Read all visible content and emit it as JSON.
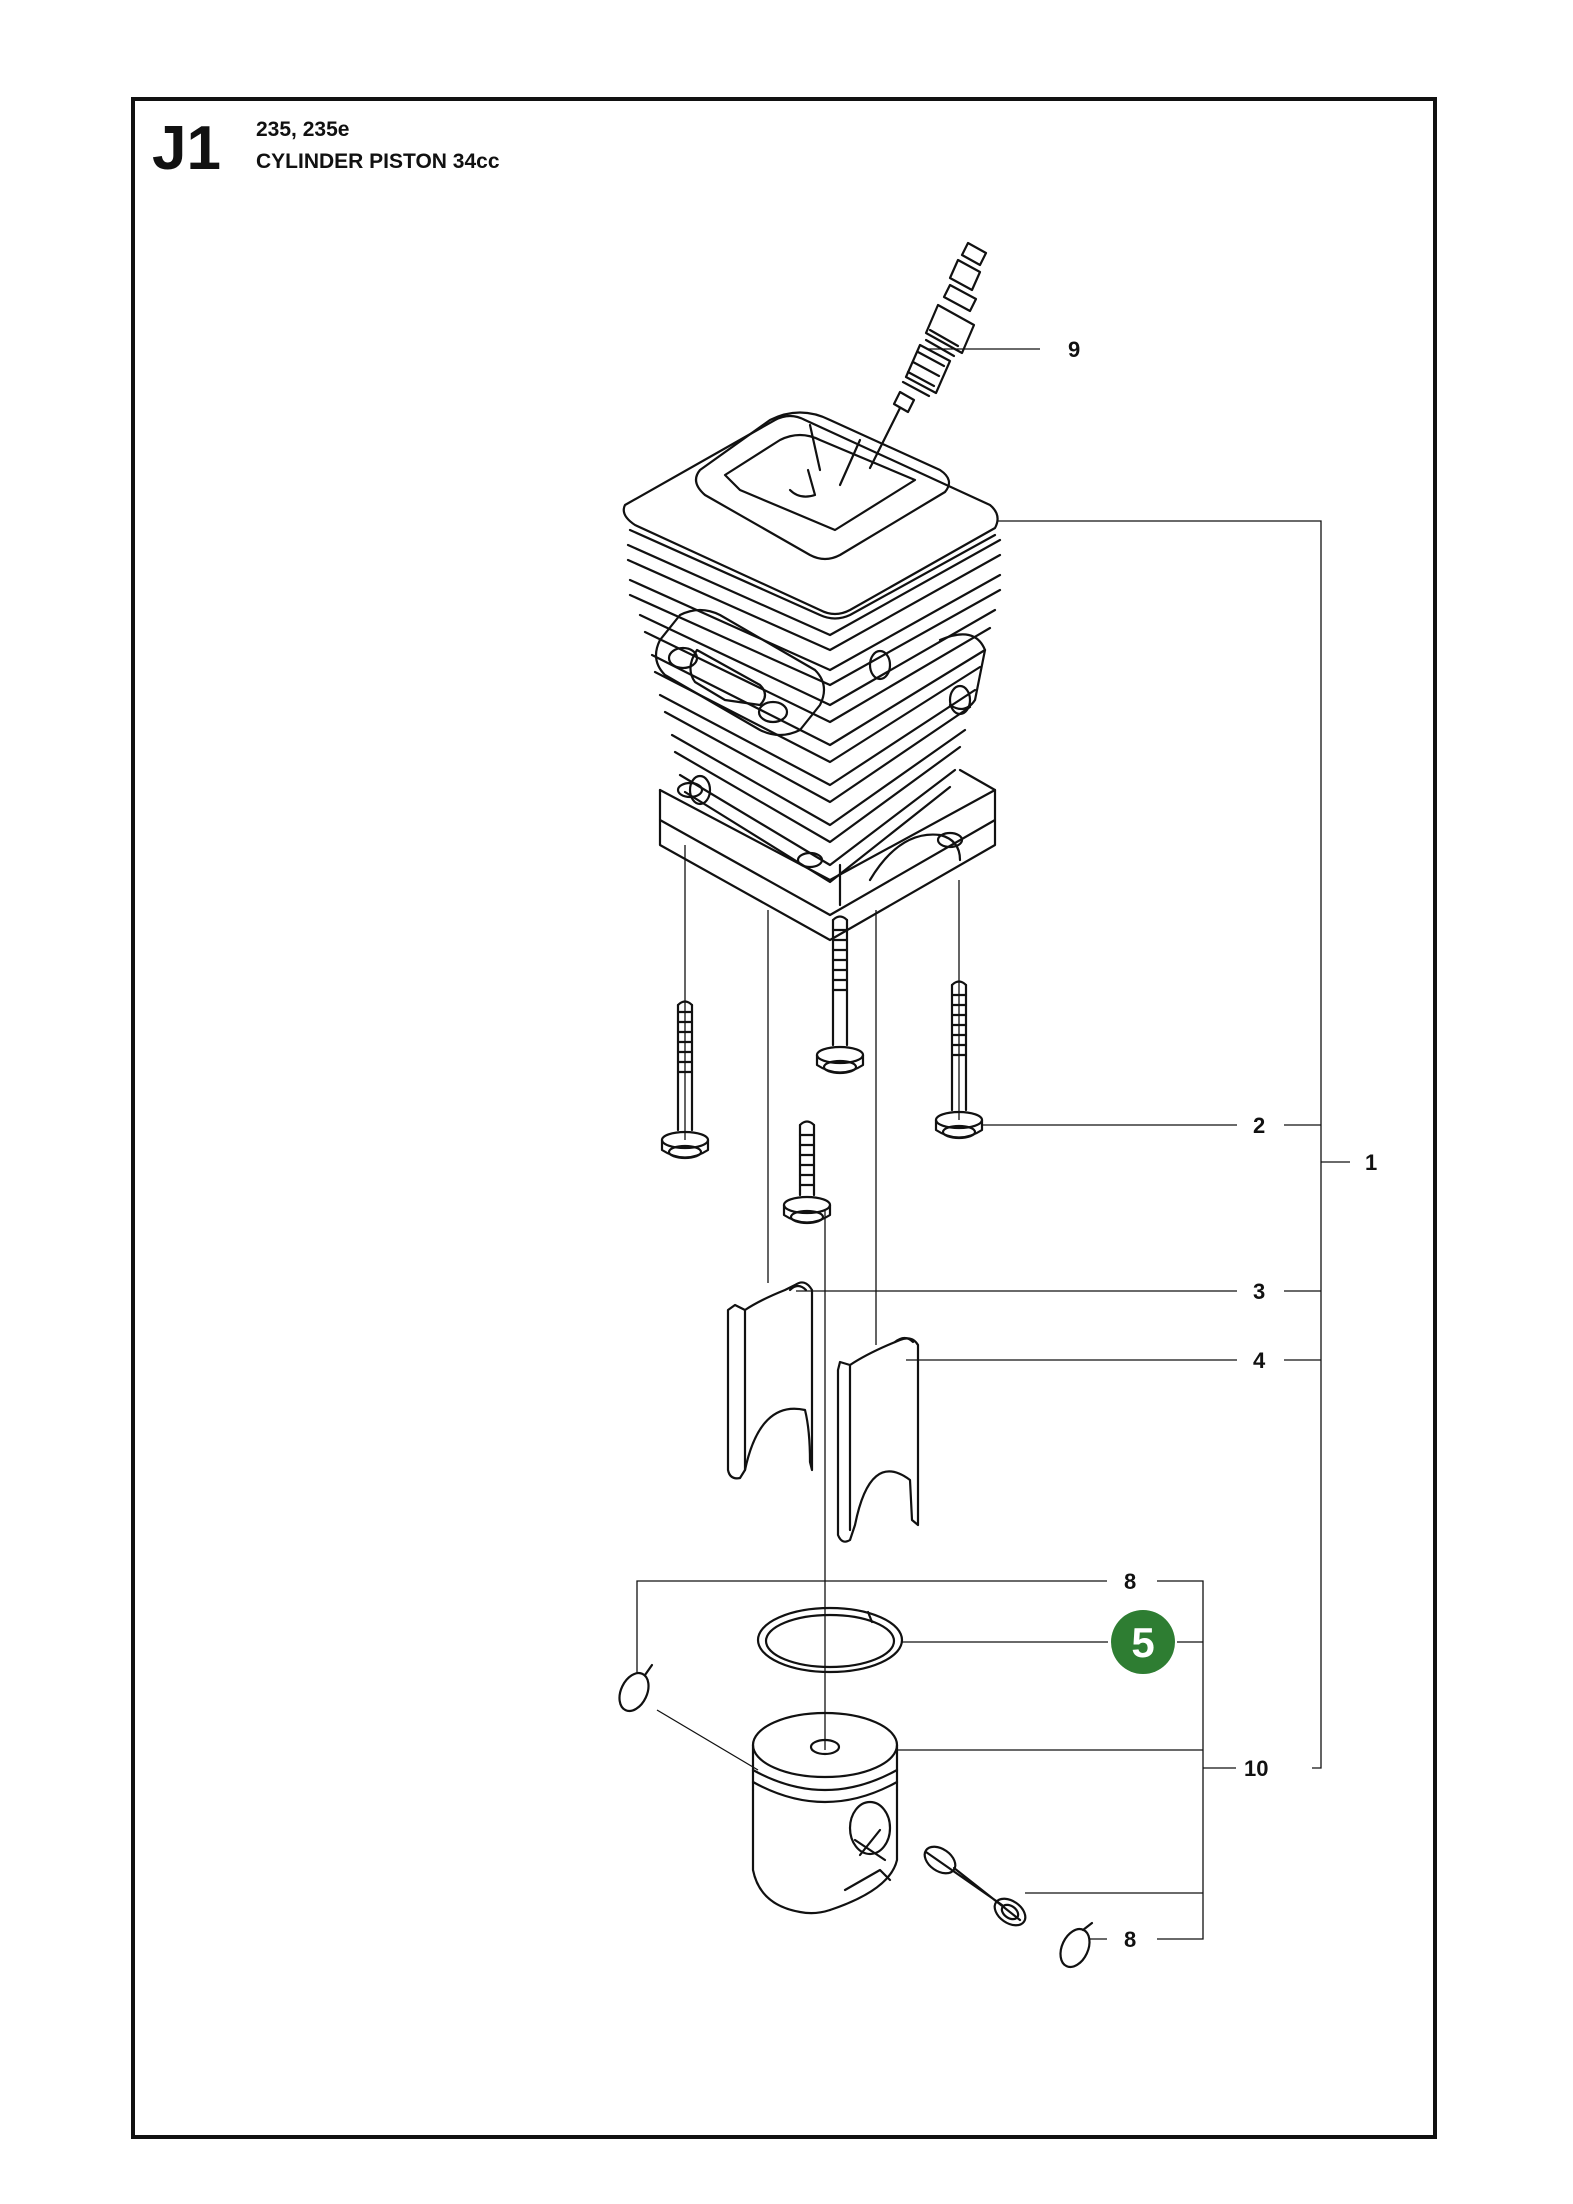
{
  "header": {
    "section_id": "J1",
    "models": "235, 235e",
    "title": "CYLINDER PISTON 34cc"
  },
  "callouts": {
    "c1": "1",
    "c2": "2",
    "c3": "3",
    "c4": "4",
    "c5": "5",
    "c8_top": "8",
    "c8_bottom": "8",
    "c9": "9",
    "c10": "10"
  },
  "colors": {
    "highlight": "#2e7d32",
    "line": "#111111"
  }
}
